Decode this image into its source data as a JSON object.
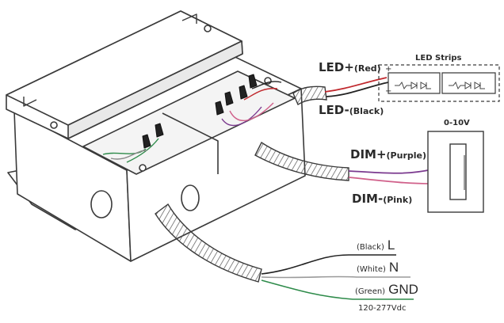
{
  "labels": {
    "led_plus": {
      "main": "LED+",
      "sub": "(Red)"
    },
    "led_minus": {
      "main": "LED-",
      "sub": "(Black)"
    },
    "dim_plus": {
      "main": "DIM+",
      "sub": "(Purple)"
    },
    "dim_minus": {
      "main": "DIM-",
      "sub": "(Pink)"
    },
    "led_strips": "LED Strips",
    "dimmer_range": "0-10V",
    "plus_sign": "+",
    "minus_sign": "−",
    "input_voltage": "120-277Vdc"
  },
  "input_wires": [
    {
      "color_name": "(Black)",
      "tag": "L",
      "color": "#222222"
    },
    {
      "color_name": "(White)",
      "tag": "N",
      "color": "#9a9a9a"
    },
    {
      "color_name": "(Green)",
      "tag": "GND",
      "color": "#2e8b4a"
    }
  ],
  "colors": {
    "red": "#c0282d",
    "black": "#222222",
    "purple": "#7b3a8f",
    "pink": "#d0608a",
    "green": "#2e8b4a",
    "outline": "#3a3a3a"
  }
}
